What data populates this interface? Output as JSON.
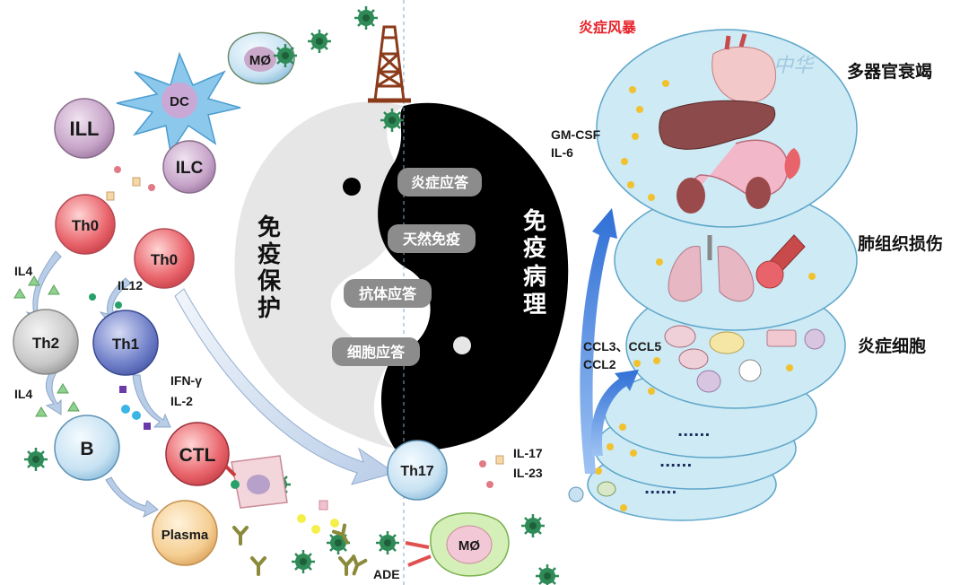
{
  "title": "炎症风暴",
  "watermark": "中华",
  "yinyang": {
    "left_label": [
      "免",
      "疫",
      "保",
      "护"
    ],
    "right_label": [
      "免",
      "疫",
      "病",
      "理"
    ],
    "pills": [
      "炎症应答",
      "天然免疫",
      "抗体应答",
      "细胞应答"
    ]
  },
  "cells": {
    "mo_top": "MØ",
    "dc": "DC",
    "ill": "ILL",
    "ilc": "ILC",
    "th0_a": "Th0",
    "th0_b": "Th0",
    "th2": "Th2",
    "th1": "Th1",
    "b": "B",
    "ctl": "CTL",
    "plasma": "Plasma",
    "th17": "Th17",
    "mo_bottom": "MØ"
  },
  "cytokines": {
    "il4_a": "IL4",
    "il12": "IL12",
    "il4_b": "IL4",
    "ifn": "IFN-γ",
    "il2": "IL-2",
    "il17": "IL-17",
    "il23": "IL-23",
    "gmcsf": "GM-CSF",
    "il6": "IL-6",
    "ccl_a": "CCL3、CCL5",
    "ccl_b": "CCL2",
    "ade": "ADE"
  },
  "layers": {
    "organ_failure": "多器官衰竭",
    "lung_injury": "肺组织损伤",
    "inflammatory_cells": "炎症细胞",
    "dots": "......"
  },
  "colors": {
    "title_red": "#e8222a",
    "layer_fill": "#cdeaf5",
    "layer_stroke": "#5fa6c9",
    "arrow_blue": "#2f6fd6",
    "yin": "#000000",
    "yang": "#e6e6e6"
  }
}
